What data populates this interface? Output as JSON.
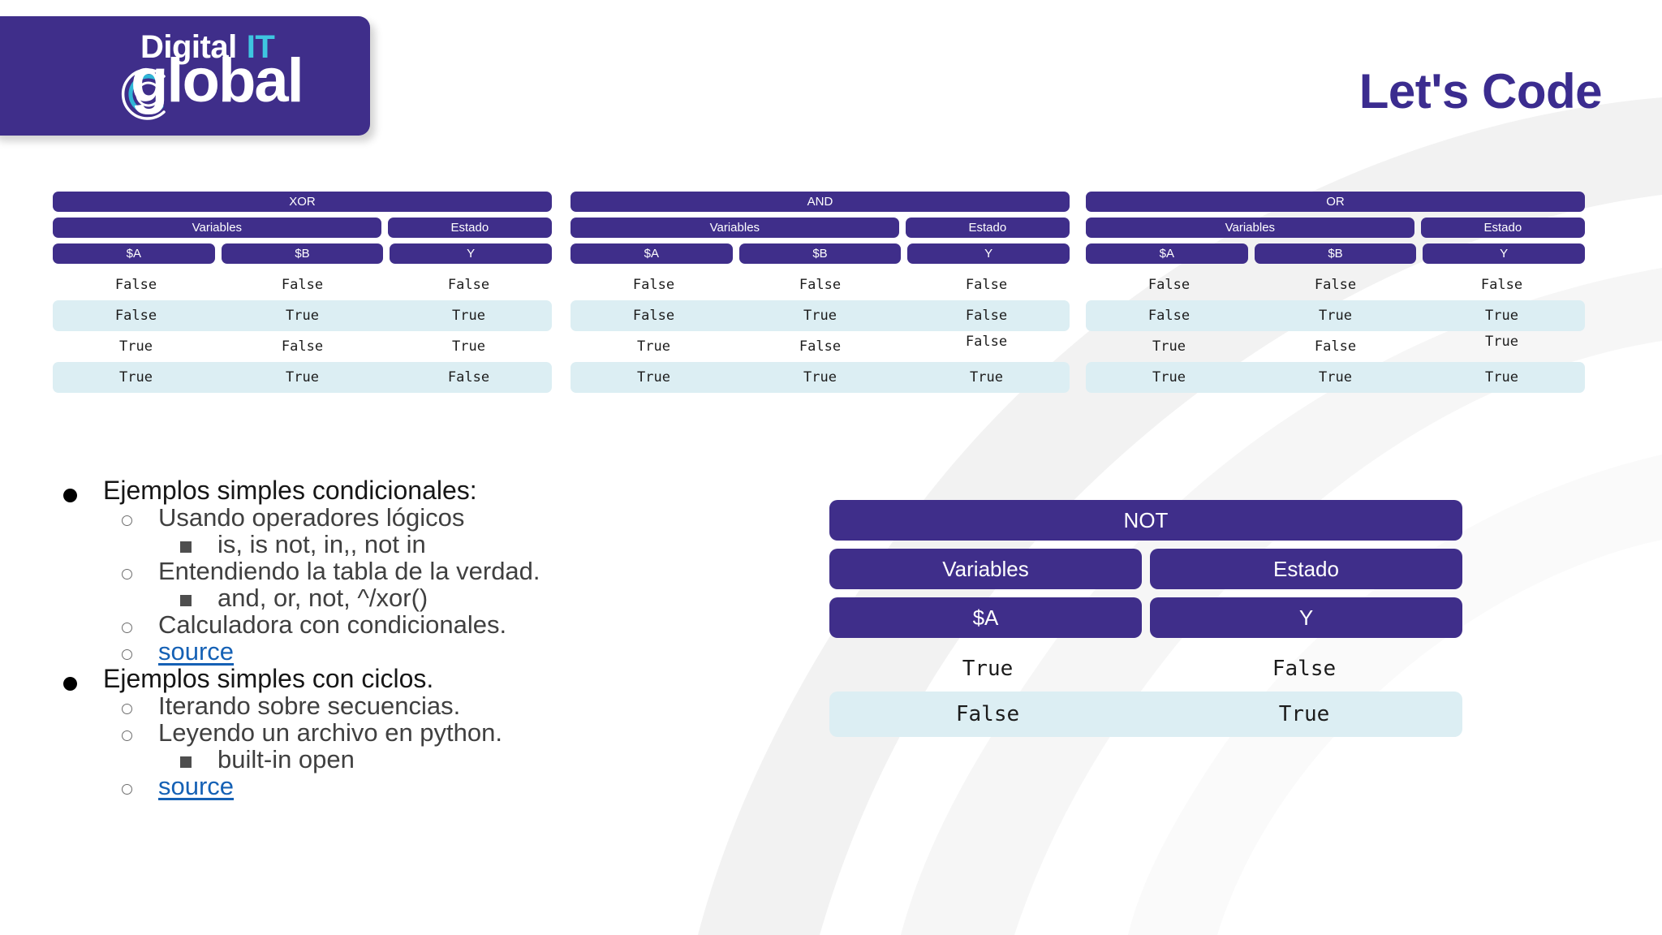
{
  "slide": {
    "title": "Let's Code",
    "brand": {
      "line1_a": "Digital",
      "line1_b": "IT",
      "line2": "global",
      "swirl_icon": "arc-swirl-icon"
    },
    "colors": {
      "purple": "#3F2E8A",
      "title_purple": "#3B2C8F",
      "band_blue": "#DCEEF3",
      "accent_cyan": "#3EC6E0",
      "link_blue": "#1561B5"
    }
  },
  "tables": {
    "group_headers": {
      "variables": "Variables",
      "estado": "Estado"
    },
    "xor": {
      "name": "XOR",
      "columns": [
        "$A",
        "$B",
        "Y"
      ],
      "rows": [
        [
          "False",
          "False",
          "False"
        ],
        [
          "False",
          "True",
          "True"
        ],
        [
          "True",
          "False",
          "True"
        ],
        [
          "True",
          "True",
          "False"
        ]
      ]
    },
    "and": {
      "name": "AND",
      "columns": [
        "$A",
        "$B",
        "Y"
      ],
      "rows": [
        [
          "False",
          "False",
          "False"
        ],
        [
          "False",
          "True",
          "False"
        ],
        [
          "True",
          "False",
          "False"
        ],
        [
          "True",
          "True",
          "True"
        ]
      ]
    },
    "or": {
      "name": "OR",
      "columns": [
        "$A",
        "$B",
        "Y"
      ],
      "rows": [
        [
          "False",
          "False",
          "False"
        ],
        [
          "False",
          "True",
          "True"
        ],
        [
          "True",
          "False",
          "True"
        ],
        [
          "True",
          "True",
          "True"
        ]
      ]
    },
    "not": {
      "name": "NOT",
      "columns": [
        "$A",
        "Y"
      ],
      "rows": [
        [
          "True",
          "False"
        ],
        [
          "False",
          "True"
        ]
      ]
    }
  },
  "bullets": [
    {
      "level": 1,
      "marker": "disc",
      "text": "Ejemplos simples condicionales:",
      "link": false
    },
    {
      "level": 2,
      "marker": "circle",
      "text": "Usando operadores lógicos",
      "link": false
    },
    {
      "level": 3,
      "marker": "square",
      "text": "is, is not, in,, not in",
      "link": false
    },
    {
      "level": 2,
      "marker": "circle",
      "text": "Entendiendo la tabla de la verdad.",
      "link": false
    },
    {
      "level": 3,
      "marker": "square",
      "text": "and, or, not, ^/xor()",
      "link": false
    },
    {
      "level": 2,
      "marker": "circle",
      "text": "Calculadora con condicionales.",
      "link": false
    },
    {
      "level": 2,
      "marker": "circle",
      "text": "source",
      "link": true
    },
    {
      "level": 1,
      "marker": "disc",
      "text": "Ejemplos simples con ciclos.",
      "link": false
    },
    {
      "level": 2,
      "marker": "circle",
      "text": "Iterando sobre secuencias.",
      "link": false
    },
    {
      "level": 2,
      "marker": "circle",
      "text": "Leyendo un archivo en python.",
      "link": false
    },
    {
      "level": 3,
      "marker": "square",
      "text": "built-in open",
      "link": false
    },
    {
      "level": 2,
      "marker": "circle",
      "text": "source",
      "link": true
    }
  ]
}
